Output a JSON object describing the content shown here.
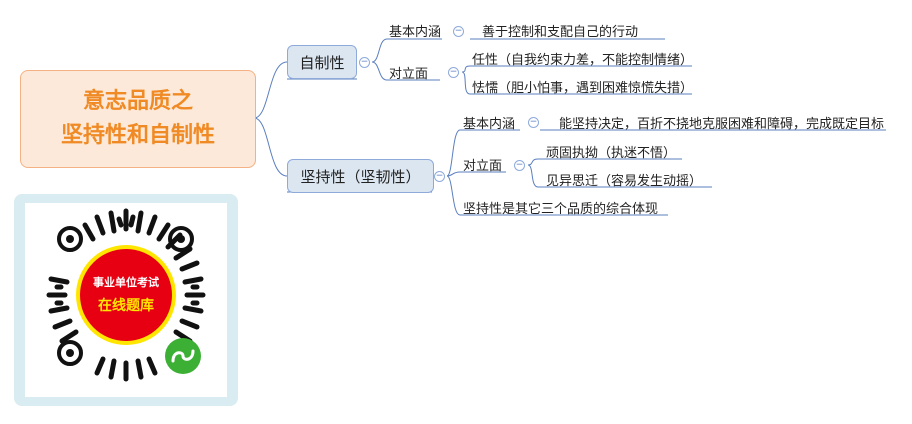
{
  "root": {
    "line1": "意志品质之",
    "line2": "坚持性和自制性"
  },
  "branches": {
    "self_control": {
      "label": "自制性",
      "basic_label": "基本内涵",
      "basic_text": "善于控制和支配自己的行动",
      "opposite_label": "对立面",
      "opposites": [
        "任性（自我约束力差，不能控制情绪）",
        "怯懦（胆小怕事，遇到困难惊慌失措）"
      ]
    },
    "persistence": {
      "label": "坚持性（坚韧性）",
      "basic_label": "基本内涵",
      "basic_text": "能坚持决定，百折不挠地克服困难和障碍，完成既定目标",
      "opposite_label": "对立面",
      "opposites": [
        "顽固执拗（执迷不悟）",
        "见异思迁（容易发生动摇）"
      ],
      "summary": "坚持性是其它三个品质的综合体现"
    }
  },
  "qr": {
    "line1": "事业单位考试",
    "line2": "在线题库"
  },
  "colors": {
    "root_text": "#f08a24",
    "root_bg": "#fde9d9",
    "branch_bg": "#dce6f1",
    "line": "#5b7fbf",
    "qr_red": "#e60012",
    "qr_yellow": "#ffe600",
    "qr_green": "#3cb034"
  }
}
